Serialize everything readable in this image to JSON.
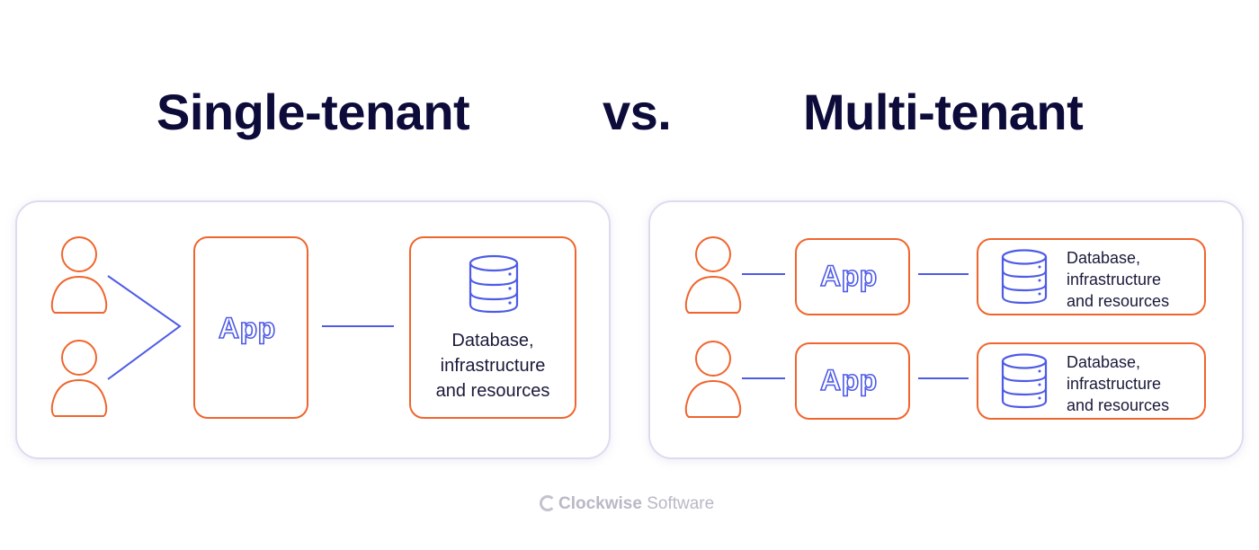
{
  "titles": {
    "left": "Single-tenant",
    "middle": "vs.",
    "right": "Multi-tenant"
  },
  "single_tenant": {
    "users": [
      "user-icon",
      "user-icon"
    ],
    "app_label": "App",
    "resource_label": [
      "Database,",
      "infrastructure",
      "and resources"
    ]
  },
  "multi_tenant": {
    "rows": [
      {
        "app_label": "App",
        "resource_label": [
          "Database,",
          "infrastructure",
          "and resources"
        ]
      },
      {
        "app_label": "App",
        "resource_label": [
          "Database,",
          "infrastructure",
          "and resources"
        ]
      }
    ]
  },
  "footer": {
    "brand_bold": "Clockwise",
    "brand_light": "Software"
  },
  "colors": {
    "title": "#0d0b3a",
    "accent_orange": "#f0652d",
    "accent_blue": "#4e5be6",
    "panel_border": "#dcdcef",
    "footer": "#b9b9c7"
  }
}
